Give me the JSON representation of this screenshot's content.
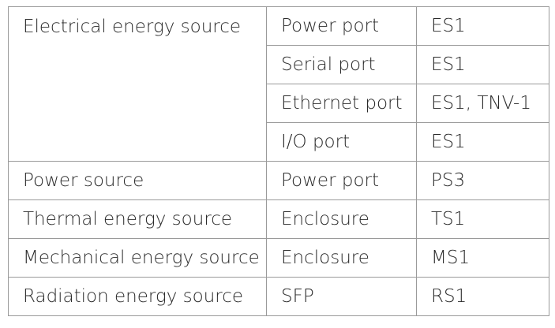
{
  "table": {
    "rows": [
      {
        "source": "Electrical energy source",
        "interface": "Power port",
        "class": "ES1"
      },
      {
        "interface": "Serial port",
        "class": "ES1"
      },
      {
        "interface": "Ethernet port",
        "class": "ES1, TNV-1"
      },
      {
        "interface": "I/O port",
        "class": "ES1"
      },
      {
        "source": "Power source",
        "interface": "Power port",
        "class": "PS3"
      },
      {
        "source": "Thermal energy source",
        "interface": "Enclosure",
        "class": "TS1"
      },
      {
        "source": "Mechanical energy source",
        "interface": "Enclosure",
        "class": "MS1"
      },
      {
        "source": "Radiation energy source",
        "interface": "SFP",
        "class": "RS1"
      }
    ]
  }
}
